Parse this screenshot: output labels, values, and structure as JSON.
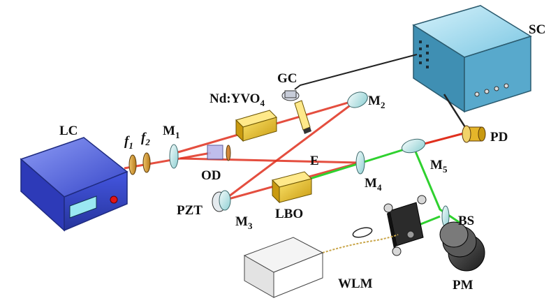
{
  "labels": {
    "LC": "LC",
    "f1_main": "f",
    "f1_sub": "1",
    "f2_main": "f",
    "f2_sub": "2",
    "M1_main": "M",
    "M1_sub": "1",
    "M2_main": "M",
    "M2_sub": "2",
    "M3_main": "M",
    "M3_sub": "3",
    "M4_main": "M",
    "M4_sub": "4",
    "M5_main": "M",
    "M5_sub": "5",
    "NdYVO4_main": "Nd:YVO",
    "NdYVO4_sub": "4",
    "GC": "GC",
    "SC": "SC",
    "E": "E",
    "OD": "OD",
    "PZT": "PZT",
    "LBO": "LBO",
    "PD": "PD",
    "BS": "BS",
    "WLM": "WLM",
    "PM": "PM"
  },
  "colors": {
    "red_beam": "#e0301e",
    "green_beam": "#2fd12f",
    "laser_controller": "#3a4fd8",
    "crystal": "#e8c21a",
    "controller_box": "#4aa3c9"
  }
}
